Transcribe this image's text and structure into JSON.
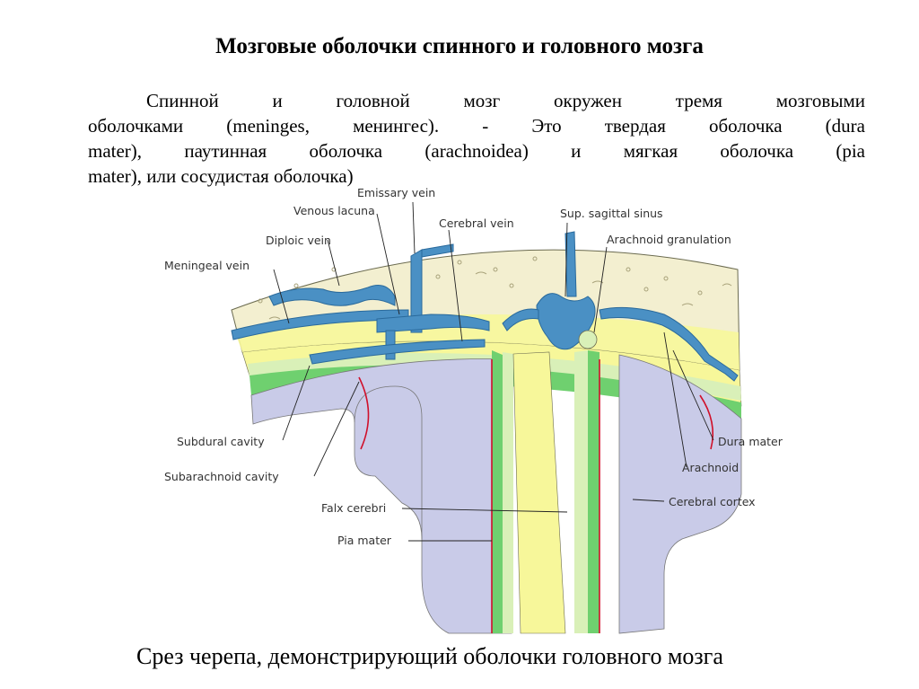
{
  "title": "Мозговые оболочки  спинного и головного мозга",
  "paragraph": {
    "lines": [
      "Спинной и головной мозг  окружен тремя мозговыми",
      "оболочками (meninges, менингес). - Это твердая оболочка (dura",
      "mater), паутинная оболочка (arachnoidea) и мягкая оболочка (pia",
      "mater), или сосудистая оболочка)"
    ]
  },
  "caption": "Срез черепа, демонстрирующий оболочки головного мозга",
  "labels": {
    "emissary_vein": "Emissary vein",
    "venous_lacuna": "Venous lacuna",
    "cerebral_vein": "Cerebral vein",
    "sup_sagittal_sinus": "Sup. sagittal sinus",
    "arachnoid_granulation": "Arachnoid granulation",
    "diploic_vein": "Diploic vein",
    "meningeal_vein": "Meningeal vein",
    "subdural_cavity": "Subdural cavity",
    "subarachnoid_cavity": "Subarachnoid cavity",
    "dura_mater": "Dura mater",
    "arachnoid": "Arachnoid",
    "falx_cerebri": "Falx cerebri",
    "cerebral_cortex": "Cerebral cortex",
    "pia_mater": "Pia mater"
  },
  "colors": {
    "skull": "#f3efd0",
    "dura": "#f7f79a",
    "arachnoid": "#d9f0b8",
    "subarachnoid": "#6fd06f",
    "brain": "#c9cbe8",
    "vein": "#4a90c4",
    "artery": "#d0102a"
  }
}
